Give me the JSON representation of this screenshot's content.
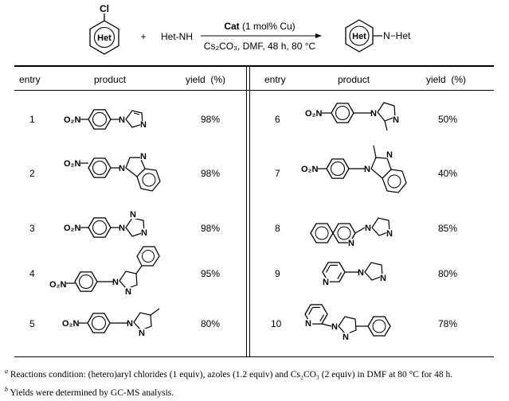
{
  "scheme": {
    "reactant_atom": "Cl",
    "ring_label": "Het",
    "plus": "+",
    "reagent": "Het-NH",
    "catalyst_bold": "Cat",
    "catalyst_rest": " (1 mol% Cu)",
    "conditions": "Cs₂CO₃, DMF, 48 h, 80 °C",
    "product_suffix": "N−Het"
  },
  "table": {
    "headers": {
      "entry": "entry",
      "product": "product",
      "yield": "yield  (%)"
    },
    "left": [
      {
        "entry": "1",
        "yield": "98%"
      },
      {
        "entry": "2",
        "yield": "98%"
      },
      {
        "entry": "3",
        "yield": "98%"
      },
      {
        "entry": "4",
        "yield": "95%"
      },
      {
        "entry": "5",
        "yield": "80%"
      }
    ],
    "right": [
      {
        "entry": "6",
        "yield": "50%"
      },
      {
        "entry": "7",
        "yield": "40%"
      },
      {
        "entry": "8",
        "yield": "85%"
      },
      {
        "entry": "9",
        "yield": "80%"
      },
      {
        "entry": "10",
        "yield": "78%"
      }
    ]
  },
  "labels": {
    "o2n": "O₂N",
    "n": "N"
  },
  "footnotes": {
    "a_mark": "a",
    "a_text": "Reactions condition: (hetero)aryl chlorides (1 equiv), azoles (1.2 equiv) and Cs₂CO₃ (2 equiv) in DMF at 80 °C for 48 h.",
    "b_mark": "b",
    "b_text": "Yields were determined by GC-MS analysis."
  }
}
